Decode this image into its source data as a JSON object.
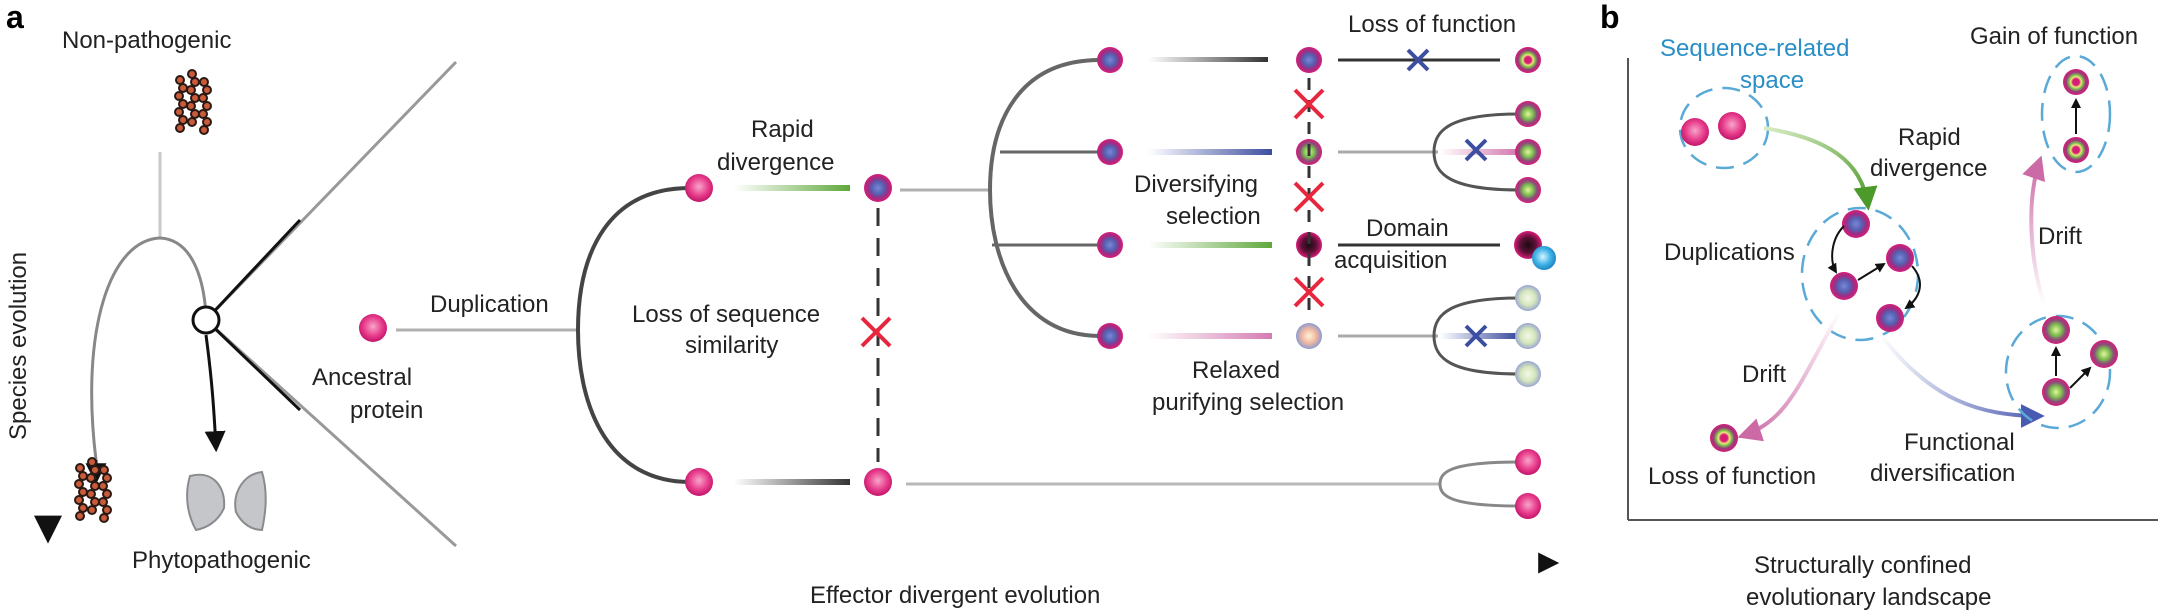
{
  "panels": {
    "a": "a",
    "b": "b"
  },
  "species": {
    "axis_label": "Species evolution",
    "non_pathogenic": "Non-pathogenic",
    "phytopathogenic": "Phytopathogenic"
  },
  "effector_axis_label": "Effector divergent evolution",
  "panel_a": {
    "ancestral_1": "Ancestral",
    "ancestral_2": "protein",
    "duplication": "Duplication",
    "rapid_1": "Rapid",
    "rapid_2": "divergence",
    "loss_sim_1": "Loss of sequence",
    "loss_sim_2": "similarity",
    "loss_of_function": "Loss of function",
    "diversifying_1": "Diversifying",
    "diversifying_2": "selection",
    "domain_1": "Domain",
    "domain_2": "acquisition",
    "relaxed_1": "Relaxed",
    "relaxed_2": "purifying selection"
  },
  "panel_b": {
    "seq_space_1": "Sequence-related",
    "seq_space_2": "space",
    "rapid_1": "Rapid",
    "rapid_2": "divergence",
    "duplications": "Duplications",
    "drift_left": "Drift",
    "loss_of_function": "Loss of function",
    "functional_1": "Functional",
    "functional_2": "diversification",
    "drift_right": "Drift",
    "gain_of_function": "Gain of function",
    "landscape_1": "Structurally confined",
    "landscape_2": "evolutionary landscape"
  },
  "colors": {
    "protein_pink": "#e5197a",
    "protein_blue": "#4a55a2",
    "protein_green": "#6ab04c",
    "loss_red": "#e8273f",
    "region_blue": "#5aa9d6",
    "cross_blue": "#3b4ea0"
  }
}
